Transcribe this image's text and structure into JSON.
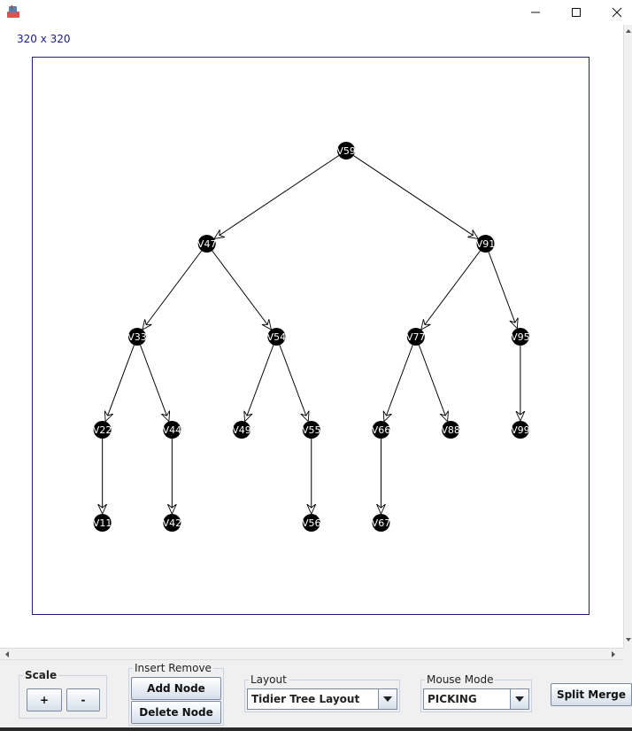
{
  "window": {
    "minimize_icon": "minimize-icon",
    "maximize_icon": "maximize-icon",
    "close_icon": "close-icon"
  },
  "canvas": {
    "size_label": "320 x 320"
  },
  "graph": {
    "nodes": [
      {
        "id": "V59",
        "label": "V59",
        "depth": 0,
        "slot": 3.0
      },
      {
        "id": "V47",
        "label": "V47",
        "depth": 1,
        "slot": 1.0
      },
      {
        "id": "V91",
        "label": "V91",
        "depth": 1,
        "slot": 5.0
      },
      {
        "id": "V33",
        "label": "V33",
        "depth": 2,
        "slot": 0.0
      },
      {
        "id": "V54",
        "label": "V54",
        "depth": 2,
        "slot": 2.0
      },
      {
        "id": "V77",
        "label": "V77",
        "depth": 2,
        "slot": 4.0
      },
      {
        "id": "V95",
        "label": "V95",
        "depth": 2,
        "slot": 5.5
      },
      {
        "id": "V22",
        "label": "V22",
        "depth": 3,
        "slot": -0.5
      },
      {
        "id": "V44",
        "label": "V44",
        "depth": 3,
        "slot": 0.5
      },
      {
        "id": "V49",
        "label": "V49",
        "depth": 3,
        "slot": 1.5
      },
      {
        "id": "V55",
        "label": "V55",
        "depth": 3,
        "slot": 2.5
      },
      {
        "id": "V66",
        "label": "V66",
        "depth": 3,
        "slot": 3.5
      },
      {
        "id": "V88",
        "label": "V88",
        "depth": 3,
        "slot": 4.5
      },
      {
        "id": "V99",
        "label": "V99",
        "depth": 3,
        "slot": 5.5
      },
      {
        "id": "V11",
        "label": "V11",
        "depth": 4,
        "slot": -0.5
      },
      {
        "id": "V42",
        "label": "V42",
        "depth": 4,
        "slot": 0.5
      },
      {
        "id": "V56",
        "label": "V56",
        "depth": 4,
        "slot": 2.5
      },
      {
        "id": "V67",
        "label": "V67",
        "depth": 4,
        "slot": 3.5
      }
    ],
    "edges": [
      [
        "V59",
        "V47"
      ],
      [
        "V59",
        "V91"
      ],
      [
        "V47",
        "V33"
      ],
      [
        "V47",
        "V54"
      ],
      [
        "V91",
        "V77"
      ],
      [
        "V91",
        "V95"
      ],
      [
        "V33",
        "V22"
      ],
      [
        "V33",
        "V44"
      ],
      [
        "V54",
        "V49"
      ],
      [
        "V54",
        "V55"
      ],
      [
        "V77",
        "V66"
      ],
      [
        "V77",
        "V88"
      ],
      [
        "V95",
        "V99"
      ],
      [
        "V22",
        "V11"
      ],
      [
        "V44",
        "V42"
      ],
      [
        "V55",
        "V56"
      ],
      [
        "V66",
        "V67"
      ]
    ],
    "node_color": "#000000",
    "label_color": "#ffffff",
    "edge_color": "#000000",
    "frame_color": "#20206e"
  },
  "controls": {
    "scale": {
      "title": "Scale",
      "plus_label": "+",
      "minus_label": "-"
    },
    "insert_remove": {
      "title": "Insert Remove",
      "add_label": "Add Node",
      "delete_label": "Delete Node"
    },
    "layout": {
      "title": "Layout",
      "selected": "Tidier Tree Layout"
    },
    "mouse_mode": {
      "title": "Mouse Mode",
      "selected": "PICKING"
    },
    "split_merge_label": "Split Merge"
  }
}
